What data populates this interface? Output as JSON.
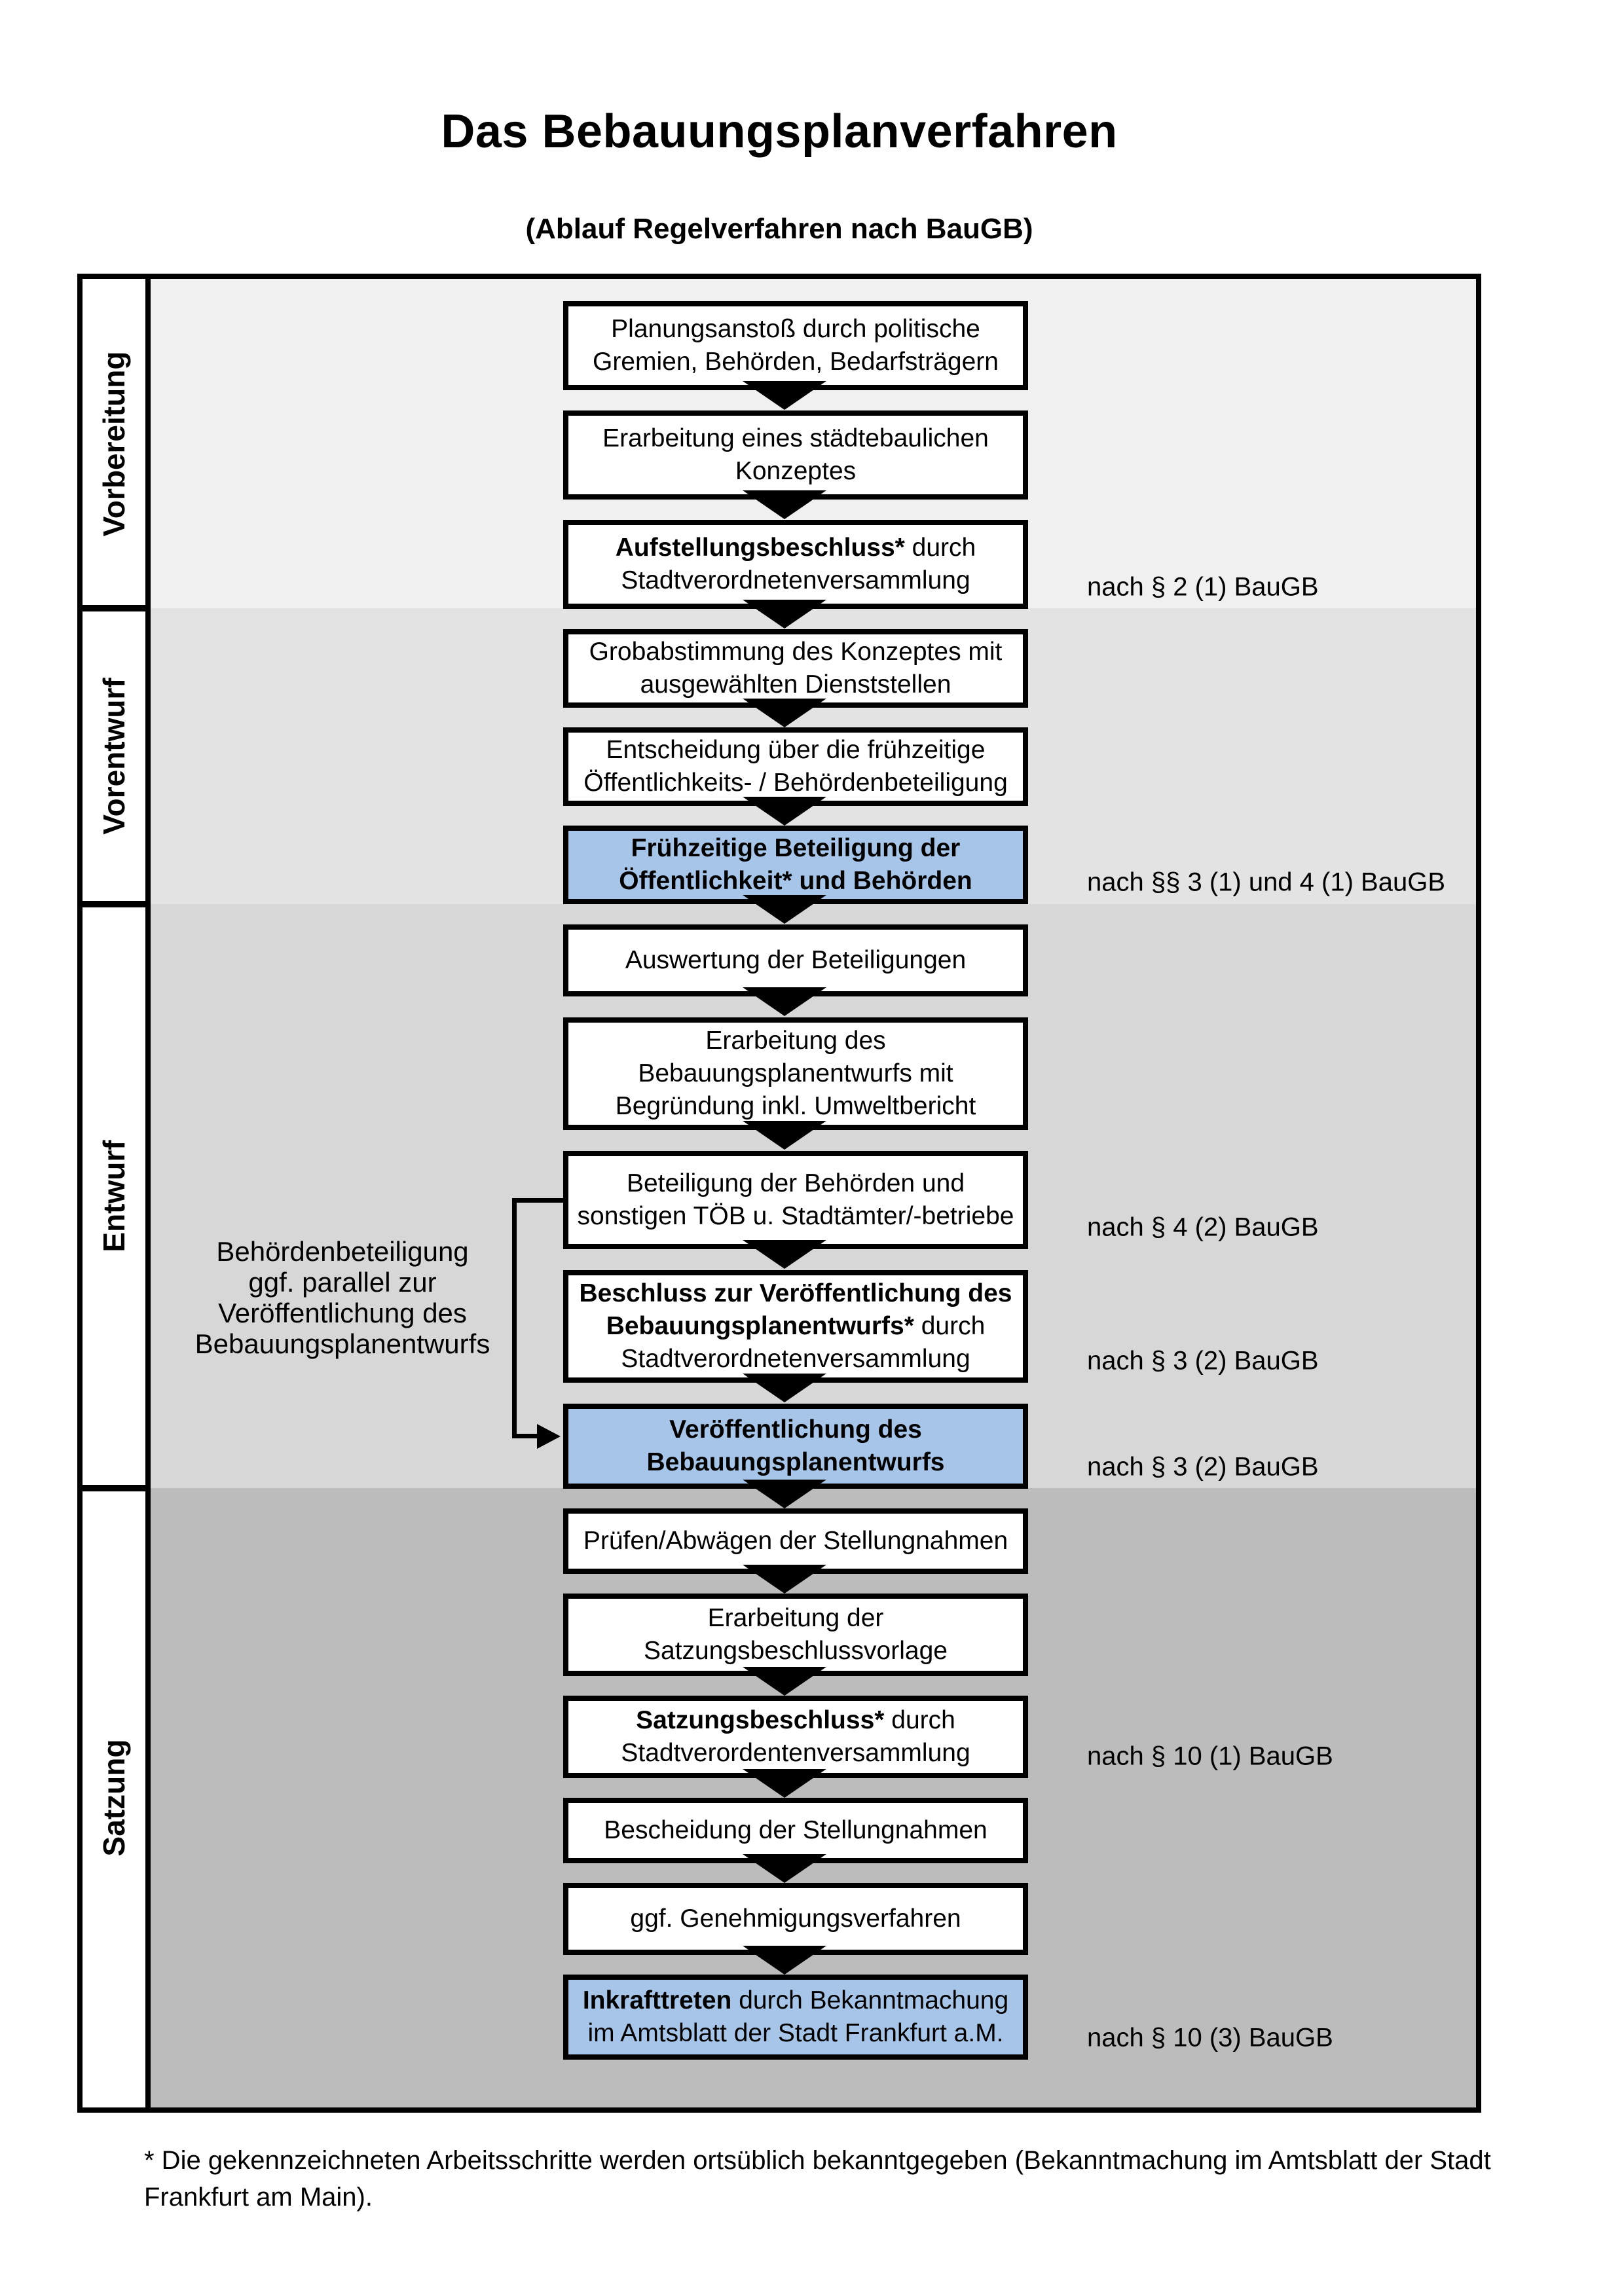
{
  "page": {
    "title": "Das Bebauungsplanverfahren",
    "subtitle": "(Ablauf Regelverfahren nach BauGB)",
    "footnote_lines": [
      "* Die gekennzeichneten Arbeitsschritte werden ortsüblich bekanntgegeben (Bekanntmachung im Amtsblatt  der Stadt",
      "Frankfurt am Main)."
    ]
  },
  "colors": {
    "highlight": "#a6c5e8",
    "black": "#000000",
    "section_backgrounds": [
      "#f0f0f0",
      "#e3e3e3",
      "#d7d7d7",
      "#bcbcbc"
    ]
  },
  "sections": [
    {
      "label": "Vorbereitung",
      "boxes": [
        {
          "highlight": false,
          "lines": [
            [
              {
                "t": "Planungsanstoß durch politische",
                "b": false
              }
            ],
            [
              {
                "t": "Gremien, Behörden, Bedarfsträgern",
                "b": false
              }
            ]
          ]
        },
        {
          "highlight": false,
          "lines": [
            [
              {
                "t": "Erarbeitung eines städtebaulichen",
                "b": false
              }
            ],
            [
              {
                "t": "Konzeptes",
                "b": false
              }
            ]
          ]
        },
        {
          "highlight": false,
          "lines": [
            [
              {
                "t": "Aufstellungsbeschluss*",
                "b": true
              },
              {
                "t": " durch",
                "b": false
              }
            ],
            [
              {
                "t": "Stadtverordnetenversammlung",
                "b": false
              }
            ]
          ],
          "legal": "nach § 2 (1) BauGB"
        }
      ]
    },
    {
      "label": "Vorentwurf",
      "boxes": [
        {
          "highlight": false,
          "lines": [
            [
              {
                "t": "Grobabstimmung des Konzeptes mit",
                "b": false
              }
            ],
            [
              {
                "t": "ausgewählten Dienststellen",
                "b": false
              }
            ]
          ]
        },
        {
          "highlight": false,
          "lines": [
            [
              {
                "t": "Entscheidung über die frühzeitige",
                "b": false
              }
            ],
            [
              {
                "t": "Öffentlichkeits- / Behördenbeteiligung",
                "b": false
              }
            ]
          ]
        },
        {
          "highlight": true,
          "lines": [
            [
              {
                "t": "Frühzeitige Beteiligung der",
                "b": true
              }
            ],
            [
              {
                "t": "Öffentlichkeit* und Behörden",
                "b": true
              }
            ]
          ],
          "legal": "nach §§ 3 (1) und 4 (1) BauGB"
        }
      ]
    },
    {
      "label": "Entwurf",
      "annotation_lines": [
        "Behördenbeteiligung",
        "ggf. parallel zur",
        "Veröffentlichung des",
        "Bebauungsplanentwurfs"
      ],
      "boxes": [
        {
          "highlight": false,
          "lines": [
            [
              {
                "t": "Auswertung der Beteiligungen",
                "b": false
              }
            ]
          ]
        },
        {
          "highlight": false,
          "lines": [
            [
              {
                "t": "Erarbeitung des",
                "b": false
              }
            ],
            [
              {
                "t": "Bebauungsplanentwurfs mit",
                "b": false
              }
            ],
            [
              {
                "t": "Begründung inkl. Umweltbericht",
                "b": false
              }
            ]
          ]
        },
        {
          "highlight": false,
          "lines": [
            [
              {
                "t": "Beteiligung der Behörden und",
                "b": false
              }
            ],
            [
              {
                "t": "sonstigen TÖB u. Stadtämter/-betriebe",
                "b": false
              }
            ]
          ],
          "legal": "nach § 4 (2) BauGB"
        },
        {
          "highlight": false,
          "lines": [
            [
              {
                "t": "Beschluss zur Veröffentlichung des",
                "b": true
              }
            ],
            [
              {
                "t": "Bebauungsplanentwurfs*",
                "b": true
              },
              {
                "t": " durch",
                "b": false
              }
            ],
            [
              {
                "t": "Stadtverordnetenversammlung",
                "b": false
              }
            ]
          ],
          "legal": "nach § 3 (2) BauGB"
        },
        {
          "highlight": true,
          "lines": [
            [
              {
                "t": "Veröffentlichung des",
                "b": true
              }
            ],
            [
              {
                "t": "Bebauungsplanentwurfs",
                "b": true
              }
            ]
          ],
          "legal": "nach § 3 (2) BauGB"
        }
      ]
    },
    {
      "label": "Satzung",
      "boxes": [
        {
          "highlight": false,
          "lines": [
            [
              {
                "t": "Prüfen/Abwägen der Stellungnahmen",
                "b": false
              }
            ]
          ]
        },
        {
          "highlight": false,
          "lines": [
            [
              {
                "t": "Erarbeitung der",
                "b": false
              }
            ],
            [
              {
                "t": "Satzungsbeschlussvorlage",
                "b": false
              }
            ]
          ]
        },
        {
          "highlight": false,
          "lines": [
            [
              {
                "t": "Satzungsbeschluss*",
                "b": true
              },
              {
                "t": " durch",
                "b": false
              }
            ],
            [
              {
                "t": "Stadtverordentenversammlung",
                "b": false
              }
            ]
          ],
          "legal": "nach § 10 (1) BauGB"
        },
        {
          "highlight": false,
          "lines": [
            [
              {
                "t": "Bescheidung der Stellungnahmen",
                "b": false
              }
            ]
          ]
        },
        {
          "highlight": false,
          "lines": [
            [
              {
                "t": "ggf. Genehmigungsverfahren",
                "b": false
              }
            ]
          ]
        },
        {
          "highlight": true,
          "lines": [
            [
              {
                "t": "Inkrafttreten",
                "b": true
              },
              {
                "t": " durch Bekanntmachung",
                "b": false
              }
            ],
            [
              {
                "t": "im Amtsblatt der Stadt Frankfurt a.M.",
                "b": false
              }
            ]
          ],
          "legal": "nach § 10 (3) BauGB"
        }
      ]
    }
  ]
}
